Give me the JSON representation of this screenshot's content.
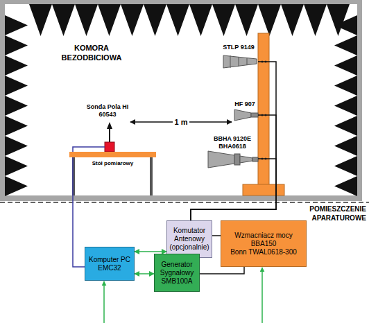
{
  "diagram": {
    "nodes": [
      {
        "text": [
          "Sonda Pola HI 60543"
        ]
      },
      {
        "text": [
          "STLP 9149"
        ]
      },
      {
        "text": [
          "HF 907"
        ]
      },
      {
        "text": [
          "BBHA 9120E BHA0618"
        ]
      },
      {
        "text": [
          "Stół pomiarowy"
        ]
      },
      {
        "text": [
          "Komutator Antenowy",
          "(opcjonalnie)"
        ]
      },
      {
        "text": [
          "Wzmacniacz mocy",
          "BBA150",
          "Bonn TWAL0618-300"
        ]
      },
      {
        "text": [
          "Komputer PC",
          "EMC32"
        ]
      },
      {
        "text": [
          "Generator Sygnałowy",
          "SMB100A"
        ]
      }
    ],
    "edges": [
      {
        "from": 7,
        "to": 5,
        "arrow": "both"
      },
      {
        "from": 7,
        "to": 8,
        "arrow": "both"
      },
      {
        "from": 8,
        "to": 6,
        "arrow": "none"
      },
      {
        "from": 6,
        "to": 5,
        "arrow": "none"
      },
      {
        "from": 0,
        "to": 7,
        "arrow": "none"
      },
      {
        "from": 5,
        "to": 1,
        "arrow": "none"
      },
      {
        "from": 5,
        "to": 2,
        "arrow": "none"
      },
      {
        "from": 5,
        "to": 3,
        "arrow": "none"
      },
      {
        "from": 0,
        "to": 2,
        "label": "1 m",
        "arrow": "both"
      }
    ],
    "labels": [
      "KOMORA BEZODBICIOWA",
      "POMIESZCZENIE APARATUROWE"
    ]
  }
}
